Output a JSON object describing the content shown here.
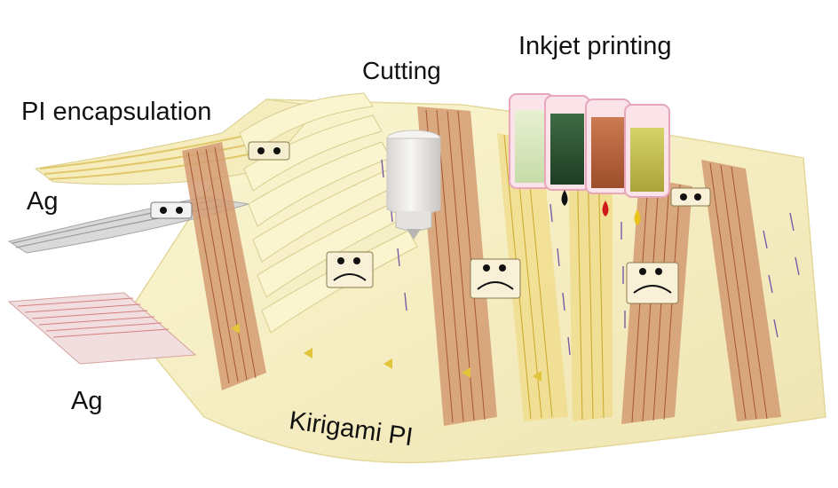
{
  "labels": {
    "cutting": "Cutting",
    "inkjet_printing": "Inkjet printing",
    "pi_encapsulation": "PI encapsulation",
    "ag_top": "Ag",
    "ag_bottom": "Ag",
    "kirigami_pi": "Kirigami PI"
  },
  "colors": {
    "substrate": "#f7f1c6",
    "substrate_edge": "#e6dca0",
    "copper_band": "#c9875a",
    "gold_trace": "#e4c44a",
    "purple_slit": "#7a5aa8",
    "silver": "#bdbdbd",
    "cartridge_frame": "#f0b9c8",
    "ink_light": "#d9e8c0",
    "ink_dark_green": "#2f5a36",
    "ink_brown": "#b9653e",
    "ink_olive": "#c6c24e",
    "droplet_black": "#111111",
    "droplet_red": "#d01919",
    "droplet_yellow": "#e9c21a",
    "cutter_body": "#efeeec"
  },
  "icons": [
    "cutter-tool-icon",
    "ink-cartridge-icon",
    "ink-droplet-icon",
    "sensor-chip-icon"
  ]
}
